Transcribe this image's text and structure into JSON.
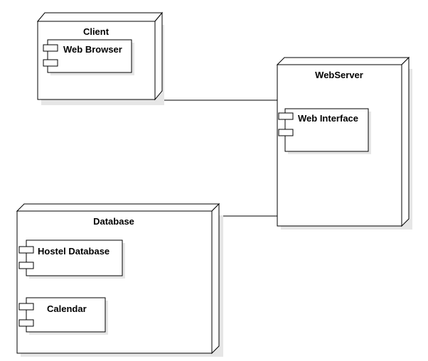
{
  "diagram": {
    "nodes": {
      "client": {
        "title": "Client",
        "components": {
          "web_browser": "Web Browser"
        }
      },
      "webserver": {
        "title": "WebServer",
        "components": {
          "web_interface": "Web Interface"
        }
      },
      "database": {
        "title": "Database",
        "components": {
          "hostel_database": "Hostel Database",
          "calendar": "Calendar"
        }
      }
    },
    "connections": [
      {
        "from": "Client",
        "to": "WebServer"
      },
      {
        "from": "Database",
        "to": "WebServer"
      }
    ]
  },
  "colors": {
    "stroke": "#000000",
    "fill": "#ffffff",
    "shadow": "#e6e6e6"
  }
}
